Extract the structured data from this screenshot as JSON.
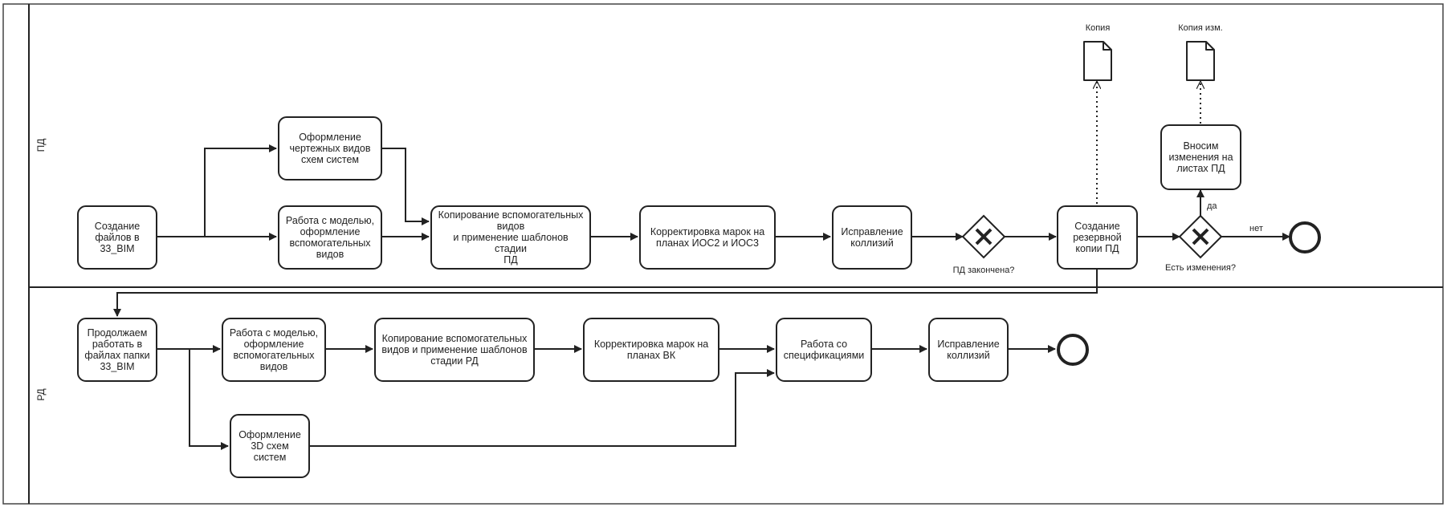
{
  "lanes": {
    "pd": "ПД",
    "rd": "РД"
  },
  "tasks": {
    "create_files": "Создание\nфайлов в\n33_BIM",
    "drawing_views": "Оформление\nчертежных видов\nсхем систем",
    "model_work_pd": "Работа с моделью,\nоформление\nвспомогательных\nвидов",
    "copy_views_pd": "Копирование вспомогательных\nвидов\nи применение шаблонов стадии\nПД",
    "marks_pd": "Корректировка марок на\nпланах ИОС2 и ИОС3",
    "fix_collisions_pd": "Исправление\nколлизий",
    "backup_pd": "Создание\nрезервной\nкопии ПД",
    "apply_changes": "Вносим\nизменения на\nлистах ПД",
    "continue_rd": "Продолжаем\nработать в\nфайлах папки\n33_BIM",
    "model_work_rd": "Работа с моделью,\nоформление\nвспомогательных\nвидов",
    "copy_views_rd": "Копирование вспомогательных\nвидов и применение шаблонов\nстадии РД",
    "marks_rd": "Корректировка марок на\nпланах ВК",
    "specifications": "Работа со\nспецификациями",
    "fix_collisions_rd": "Исправление\nколлизий",
    "schemes_3d": "Оформление\n3D схем систем"
  },
  "gateways": {
    "pd_finished": "ПД закончена?",
    "has_changes": "Есть изменения?"
  },
  "flow_labels": {
    "yes": "да",
    "no": "нет"
  },
  "data_objects": {
    "copy": "Копия",
    "copy_changed": "Копия изм."
  }
}
